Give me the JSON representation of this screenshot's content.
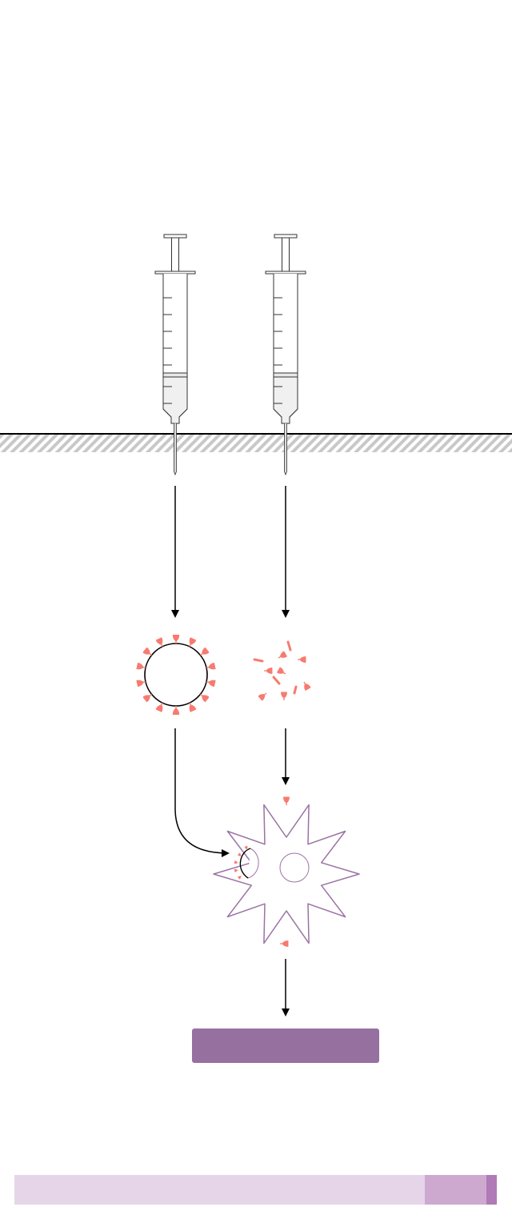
{
  "colors": {
    "spike": "#f77b6f",
    "cell_outline": "#9a73a3",
    "outcome_box": "#96709f",
    "ink": "#000000",
    "ground_hatch": "#c8c8c8"
  },
  "icons": [
    "syringe-icon",
    "virus-particle-icon",
    "spike-fragments-icon",
    "immune-cell-icon",
    "arrow-icon"
  ],
  "progress_bar": {
    "segments": [
      {
        "name": "segment-light",
        "fraction": 0.851,
        "color": "#e6d5e9"
      },
      {
        "name": "segment-medium",
        "fraction": 0.128,
        "color": "#cda9d0"
      },
      {
        "name": "segment-dark",
        "fraction": 0.021,
        "color": "#b07ab6"
      }
    ]
  }
}
